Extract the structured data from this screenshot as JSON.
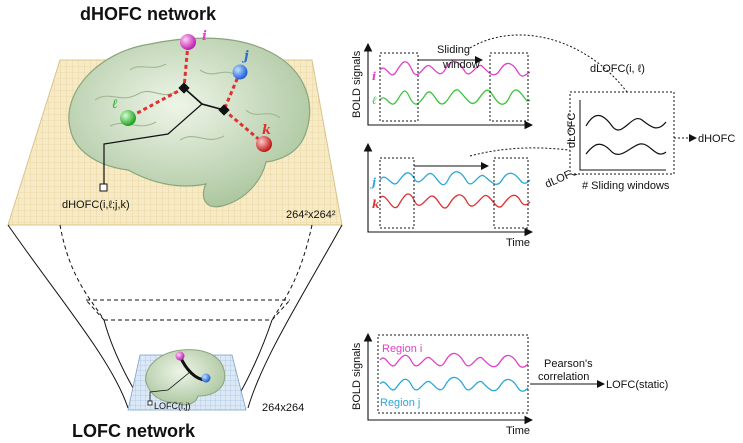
{
  "titles": {
    "top": "dHOFC network",
    "bottom": "LOFC network"
  },
  "top_network": {
    "node_labels": {
      "i": "i",
      "j": "j",
      "l": "ℓ",
      "k": "k"
    },
    "hofc_label": "dHOFC(i,ℓ;j,k)",
    "size_label": "264²x264²"
  },
  "bottom_network": {
    "lofc_label": "LOFC(i,j)",
    "size_label": "264x264"
  },
  "panel1": {
    "ylabel": "BOLD signals",
    "sliding_label_line1": "Sliding",
    "sliding_label_line2": "window",
    "dlofc_il": "dLOFC(i, ℓ)",
    "sig_i": "i",
    "sig_l": "ℓ"
  },
  "panel2": {
    "xlabel": "Time",
    "dlofc_jk": "dLOFC(j, k)",
    "sig_j": "j",
    "sig_k": "k"
  },
  "dlofc_box": {
    "ylabel": "dLOFC",
    "xlabel": "# Sliding windows",
    "output": "dHOFC"
  },
  "panel3": {
    "ylabel": "BOLD signals",
    "xlabel": "Time",
    "region_i": "Region i",
    "region_j": "Region j",
    "pearson_line1": "Pearson's",
    "pearson_line2": "correlation",
    "output": "LOFC(static)"
  },
  "colors": {
    "magenta": "#e040c8",
    "green": "#3cc43c",
    "cyan": "#2aa7d8",
    "red": "#e03030",
    "grid_bg": "#f4e6b8",
    "brain": "#c9dcc0"
  }
}
